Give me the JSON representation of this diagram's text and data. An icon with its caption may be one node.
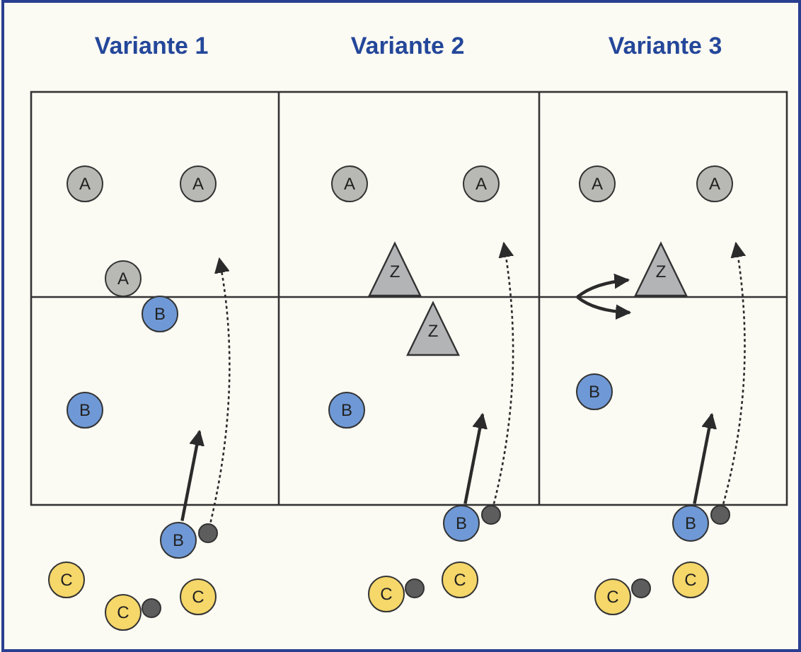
{
  "diagram": {
    "nodes": [
      {
        "text": [
          "A"
        ]
      },
      {
        "text": [
          "A"
        ]
      },
      {
        "text": [
          "A"
        ]
      },
      {
        "text": [
          "B"
        ]
      },
      {
        "text": [
          "B"
        ]
      },
      {
        "text": [
          "B"
        ]
      },
      {
        "text": [],
        "shape": "circle"
      },
      {
        "text": [
          "C"
        ]
      },
      {
        "text": [
          "C"
        ]
      },
      {
        "text": [],
        "shape": "circle"
      },
      {
        "text": [
          "C"
        ]
      },
      {
        "text": [
          "A"
        ]
      },
      {
        "text": [
          "A"
        ]
      },
      {
        "text": [
          "Z"
        ]
      },
      {
        "text": [
          "Z"
        ]
      },
      {
        "text": [
          "B"
        ]
      },
      {
        "text": [
          "B"
        ]
      },
      {
        "text": [],
        "shape": "circle"
      },
      {
        "text": [
          "C"
        ]
      },
      {
        "text": [],
        "shape": "circle"
      },
      {
        "text": [
          "C"
        ]
      },
      {
        "text": [
          "A"
        ]
      },
      {
        "text": [
          "A"
        ]
      },
      {
        "text": [
          "Z"
        ]
      },
      {
        "text": [
          "B"
        ]
      },
      {
        "text": [
          "B"
        ]
      },
      {
        "text": [],
        "shape": "circle"
      },
      {
        "text": [
          "C"
        ]
      },
      {
        "text": [],
        "shape": "circle"
      },
      {
        "text": [
          "C"
        ]
      }
    ],
    "edges": [
      {
        "from": 5,
        "to": null,
        "arrow": "to"
      },
      {
        "from": 6,
        "to": null,
        "arrow": "to",
        "style": "dashed"
      },
      {
        "from": 16,
        "to": null,
        "arrow": "to"
      },
      {
        "from": 17,
        "to": null,
        "arrow": "to",
        "style": "dashed"
      },
      {
        "from": 25,
        "to": null,
        "arrow": "to"
      },
      {
        "from": 26,
        "to": null,
        "arrow": "to",
        "style": "dashed"
      },
      {
        "from": null,
        "to": 23,
        "arrow": "to"
      },
      {
        "from": null,
        "to": 23,
        "arrow": "to"
      }
    ],
    "labels": [
      "Variante 1",
      "Variante 2",
      "Variante 3"
    ]
  }
}
